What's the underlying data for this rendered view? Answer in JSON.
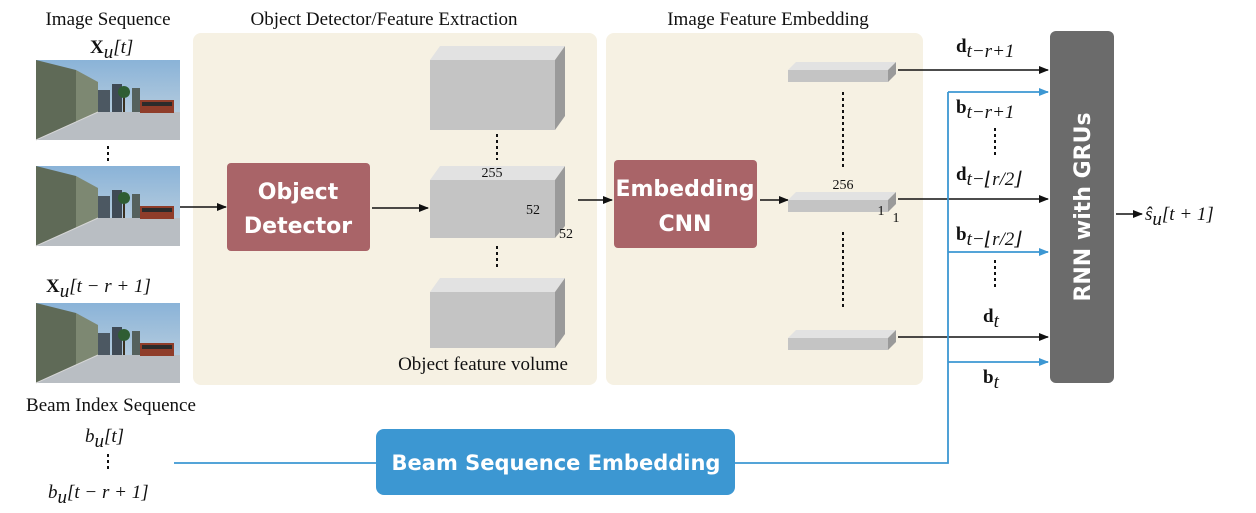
{
  "headers": {
    "image_sequence": "Image Sequence",
    "object_detector_feature_extraction": "Object Detector/Feature Extraction",
    "image_feature_embedding": "Image Feature Embedding",
    "beam_index_sequence": "Beam Index Sequence"
  },
  "inputs": {
    "image_top_label": "X",
    "image_top_sub": "u",
    "image_top_arg": "[t]",
    "image_bottom_label": "X",
    "image_bottom_sub": "u",
    "image_bottom_arg": "[t − r + 1]",
    "beam_top": "b",
    "beam_top_sub": "u",
    "beam_top_arg": "[t]",
    "beam_bottom": "b",
    "beam_bottom_sub": "u",
    "beam_bottom_arg": "[t − r + 1]"
  },
  "blocks": {
    "object_detector_line1": "Object",
    "object_detector_line2": "Detector",
    "embedding_cnn_line1": "Embedding",
    "embedding_cnn_line2": "CNN",
    "beam_sequence_embedding": "Beam Sequence Embedding",
    "rnn": "RNN with GRUs"
  },
  "volume": {
    "dim_depth": "255",
    "dim_height": "52",
    "dim_width": "52",
    "caption": "Object feature volume"
  },
  "embedding_vector": {
    "dim_len": "256",
    "dim_a": "1",
    "dim_b": "1"
  },
  "rnn_inputs": [
    {
      "base": "d",
      "sub": "t−r+1"
    },
    {
      "base": "b",
      "sub": "t−r+1"
    },
    {
      "base": "d",
      "sub": "t−⌊r/2⌋"
    },
    {
      "base": "b",
      "sub": "t−⌊r/2⌋"
    },
    {
      "base": "d",
      "sub": "t"
    },
    {
      "base": "b",
      "sub": "t"
    }
  ],
  "output": {
    "base": "ŝ",
    "sub": "u",
    "arg": "[t + 1]"
  },
  "colors": {
    "panel_bg": "#f6f1e3",
    "block_red": "#a96468",
    "block_blue": "#3c97d2",
    "rnn_gray": "#6b6b6b",
    "line_blue": "#3c97d2"
  }
}
